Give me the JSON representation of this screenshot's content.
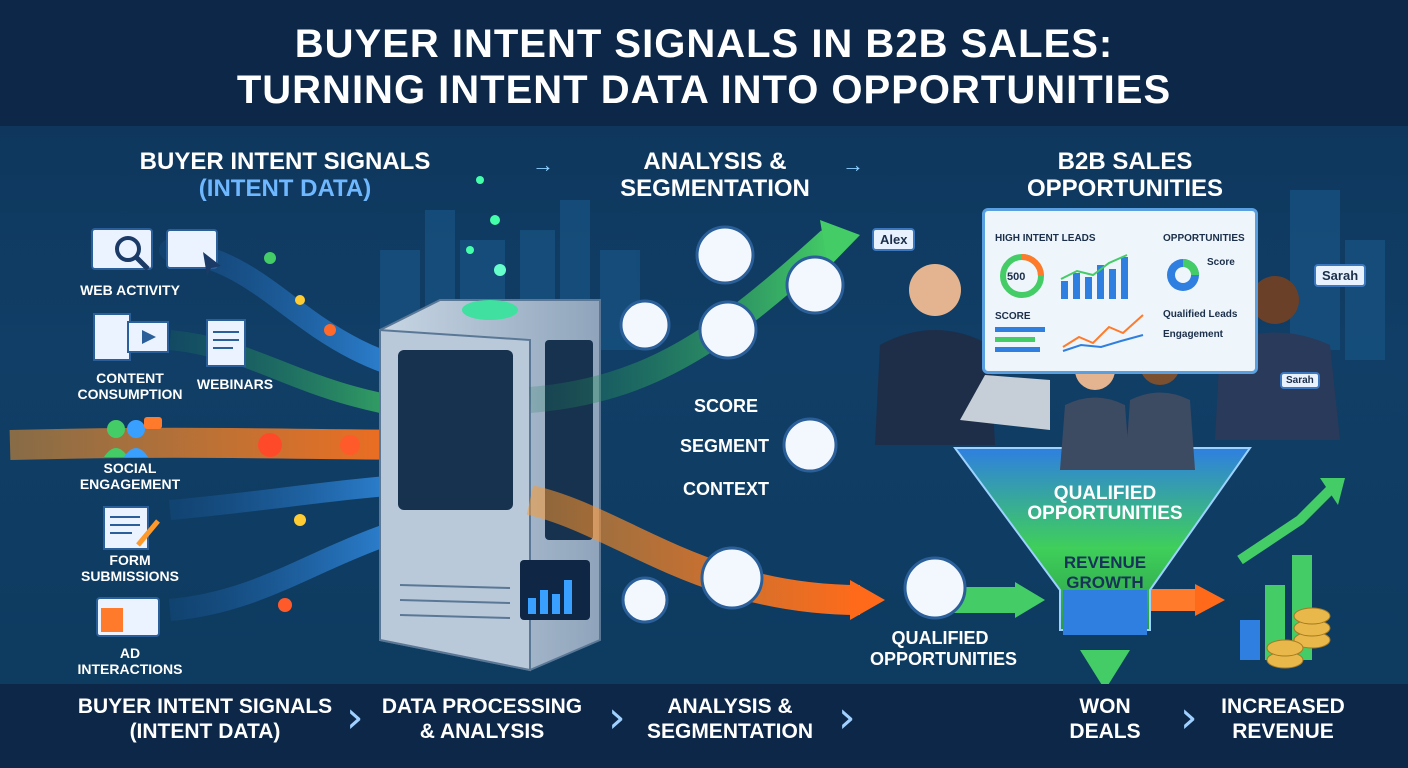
{
  "title": {
    "line1": "BUYER INTENT SIGNALS IN B2B SALES:",
    "line2": "TURNING INTENT DATA INTO OPPORTUNITIES"
  },
  "sections": {
    "signals": {
      "heading": "BUYER INTENT SIGNALS",
      "subheading": "(INTENT DATA)"
    },
    "analysis": {
      "heading_line1": "ANALYSIS &",
      "heading_line2": "SEGMENTATION"
    },
    "opportunities": {
      "heading_line1": "B2B SALES",
      "heading_line2": "OPPORTUNITIES"
    }
  },
  "sources": [
    {
      "label_line1": "WEB ACTIVITY",
      "label_line2": "",
      "icon": "web-search-icon"
    },
    {
      "label_line1": "CONTENT",
      "label_line2": "CONSUMPTION",
      "icon": "document-video-icon"
    },
    {
      "label_line1": "WEBINARS",
      "label_line2": "",
      "icon": "webinar-document-icon"
    },
    {
      "label_line1": "SOCIAL",
      "label_line2": "ENGAGEMENT",
      "icon": "people-chat-icon"
    },
    {
      "label_line1": "FORM",
      "label_line2": "SUBMISSIONS",
      "icon": "form-pen-icon"
    },
    {
      "label_line1": "AD",
      "label_line2": "INTERACTIONS",
      "icon": "ad-megaphone-icon"
    }
  ],
  "analysis_steps": [
    "SCORE",
    "SEGMENT",
    "CONTEXT"
  ],
  "qualified_label": {
    "line1": "QUALIFIED",
    "line2": "OPPORTUNITIES"
  },
  "funnel": {
    "top_line1": "QUALIFIED",
    "top_line2": "OPPORTUNITIES",
    "mid_line1": "REVENUE",
    "mid_line2": "GROWTH"
  },
  "dashboard": {
    "high_intent": "HIGH INTENT LEADS",
    "opportunities": "OPPORTUNITIES",
    "gauge_value": "500",
    "score_label": "SCORE",
    "score_right": "Score",
    "qualified_leads": "Qualified Leads",
    "engagement": "Engagement"
  },
  "people": {
    "alex": "Alex",
    "sarah": "Sarah",
    "sarah_badge": "Sarah"
  },
  "flow": [
    {
      "line1": "BUYER INTENT SIGNALS",
      "line2": "(INTENT DATA)"
    },
    {
      "line1": "DATA PROCESSING",
      "line2": "& ANALYSIS"
    },
    {
      "line1": "ANALYSIS &",
      "line2": "SEGMENTATION"
    },
    {
      "line1": "WON",
      "line2": "DEALS"
    },
    {
      "line1": "INCREASED",
      "line2": "REVENUE"
    }
  ],
  "colors": {
    "navy": "#0c2748",
    "blue_stream": "#3aa0ff",
    "green_stream": "#44cc66",
    "orange_stream": "#ff7a2a",
    "funnel_blue": "#2f7fe0",
    "funnel_green": "#3fcf5a"
  }
}
